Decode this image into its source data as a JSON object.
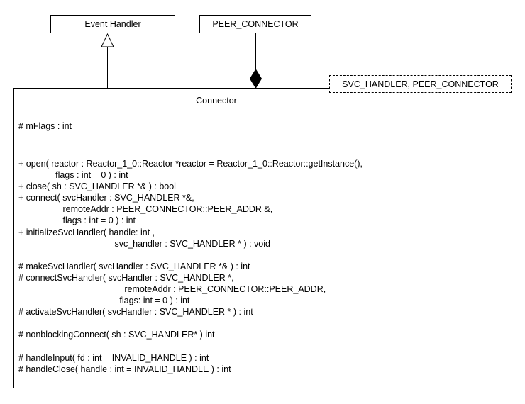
{
  "diagram": {
    "background_color": "#ffffff",
    "line_color": "#000000",
    "icons": {
      "generalization": "hollow-triangle-up-icon",
      "composition": "filled-diamond-icon"
    }
  },
  "nodes": {
    "event_handler": {
      "label": "Event Handler"
    },
    "peer_connector": {
      "label": "PEER_CONNECTOR"
    },
    "template_params": {
      "label": "SVC_HANDLER, PEER_CONNECTOR"
    },
    "connector_class": {
      "title": "Connector",
      "attributes": [
        "# mFlags : int"
      ],
      "methods": [
        "+ open( reactor : Reactor_1_0::Reactor *reactor = Reactor_1_0::Reactor::getInstance(),",
        "               flags : int = 0 ) : int",
        "+ close( sh : SVC_HANDLER *& ) : bool",
        "+ connect( svcHandler : SVC_HANDLER *&,",
        "                  remoteAddr : PEER_CONNECTOR::PEER_ADDR &,",
        "                  flags : int = 0 ) : int",
        "+ initializeSvcHandler( handle: int ,",
        "                                       svc_handler : SVC_HANDLER * ) : void",
        "",
        "# makeSvcHandler( svcHandler : SVC_HANDLER *& ) : int",
        "# connectSvcHandler( svcHandler : SVC_HANDLER *,",
        "                                           remoteAddr : PEER_CONNECTOR::PEER_ADDR,",
        "                                         flags: int = 0 ) : int",
        "# activateSvcHandler( svcHandler : SVC_HANDLER * ) : int",
        "",
        "# nonblockingConnect( sh : SVC_HANDLER* ) int",
        "",
        "# handleInput( fd : int = INVALID_HANDLE ) : int",
        "# handleClose( handle : int = INVALID_HANDLE ) : int"
      ]
    }
  }
}
